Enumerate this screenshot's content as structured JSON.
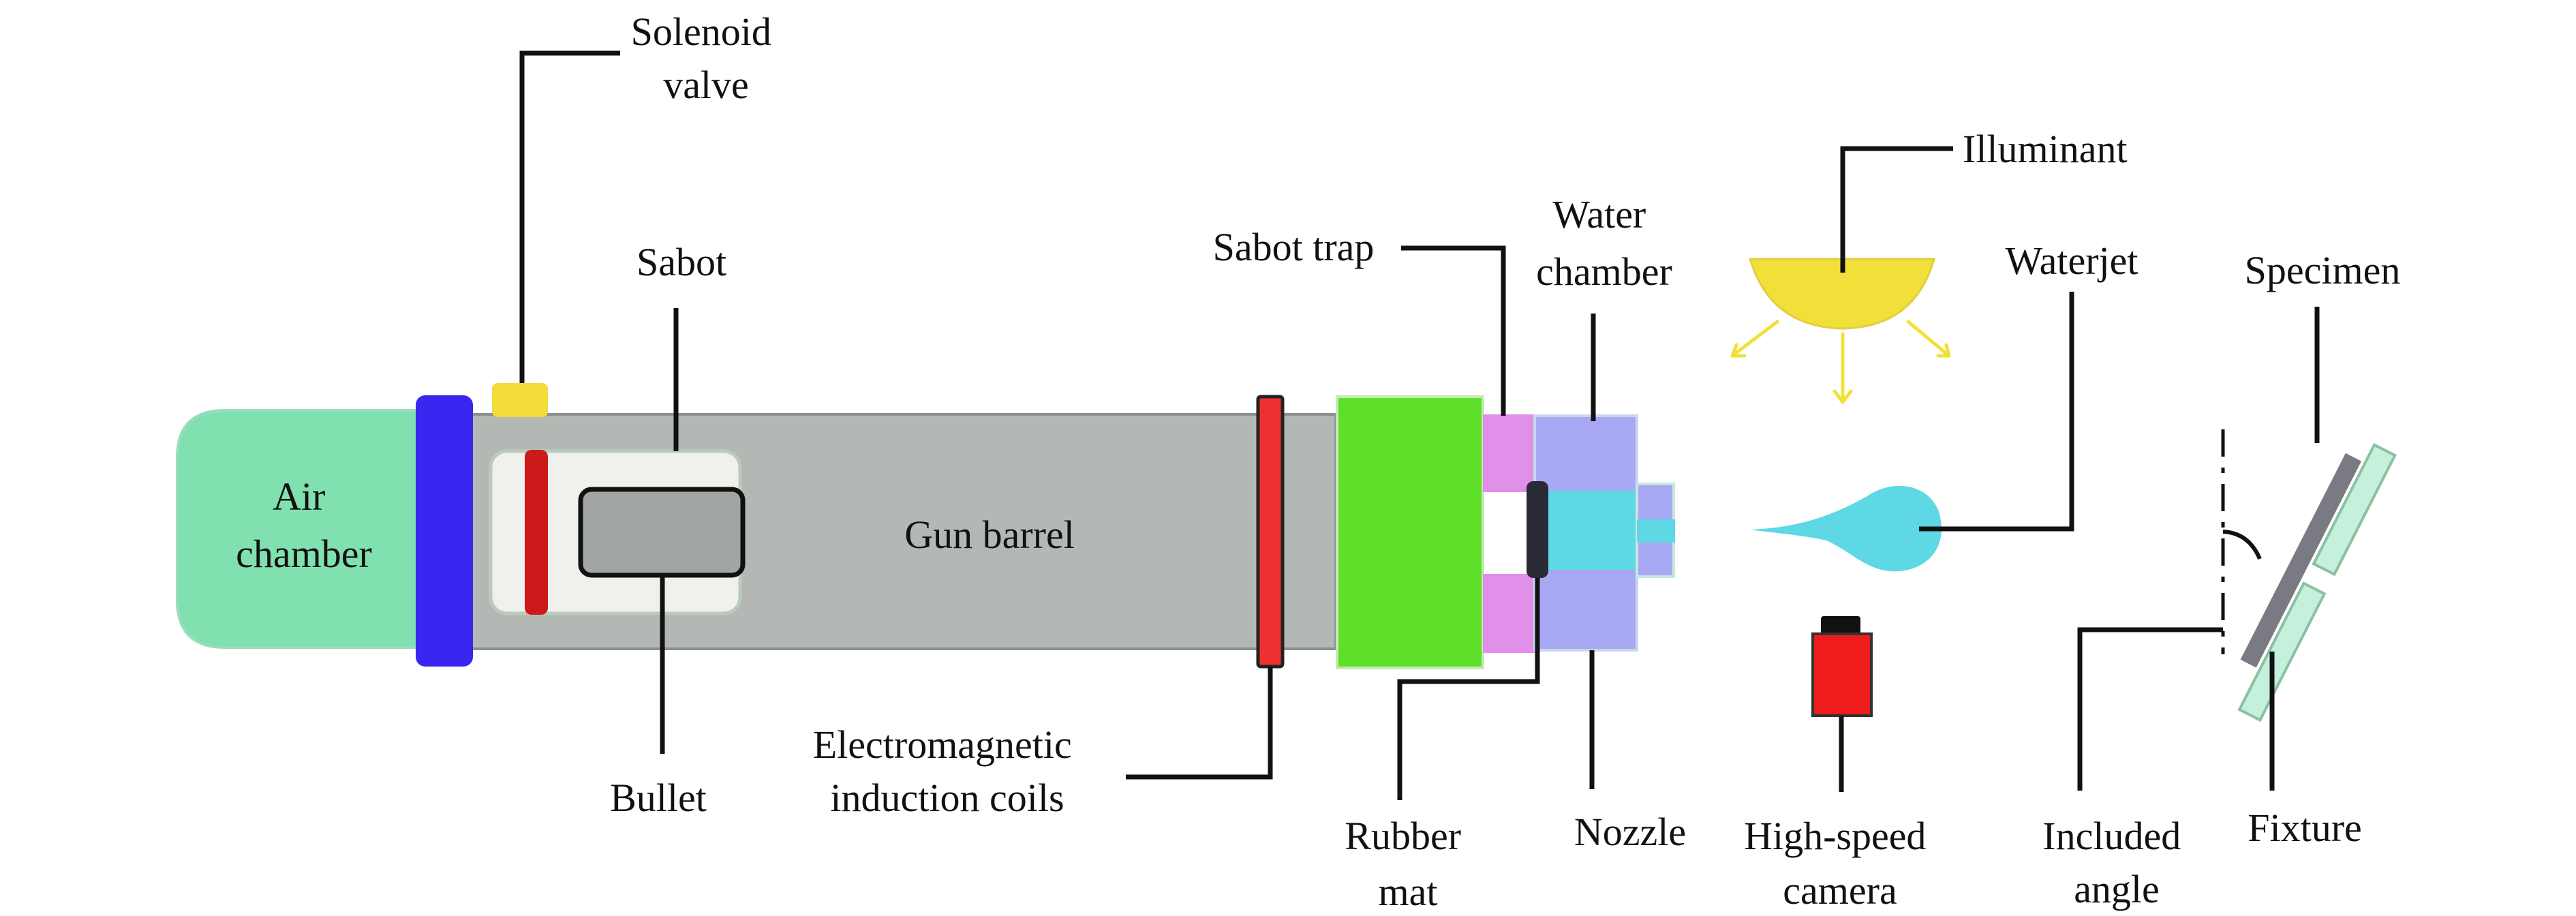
{
  "labels": {
    "solenoid_valve": [
      "Solenoid",
      "valve"
    ],
    "sabot": "Sabot",
    "air_chamber": [
      "Air",
      "chamber"
    ],
    "gun_barrel": "Gun barrel",
    "bullet": "Bullet",
    "electromagnetic_coils": [
      "Electromagnetic",
      "induction coils"
    ],
    "sabot_trap": "Sabot trap",
    "water_chamber": [
      "Water",
      "chamber"
    ],
    "rubber_mat": [
      "Rubber",
      "mat"
    ],
    "nozzle": "Nozzle",
    "illuminant": "Illuminant",
    "waterjet": "Waterjet",
    "high_speed_camera": [
      "High-speed",
      "camera"
    ],
    "specimen": "Specimen",
    "included_angle": [
      "Included",
      "angle"
    ],
    "fixture": "Fixture"
  },
  "colors": {
    "air_chamber": "#80e0b0",
    "flange": "#3a26f0",
    "solenoid": "#f2dc3a",
    "barrel": "#b4b8b4",
    "sabot_body": "#f0f0ec",
    "sabot_ring": "#cc1a1a",
    "bullet": "#a2a6a2",
    "coil": "#ee3030",
    "sabot_trap": "#5ee028",
    "trap_pad": "#e090e8",
    "rubber_mat": "#2a2a36",
    "water_chamber": "#a8a8f4",
    "water": "#5ed8e4",
    "illuminant": "#f2e03a",
    "camera": "#ee1c1c",
    "specimen": "#7a7a82",
    "fixture": "#c4f0dc"
  }
}
